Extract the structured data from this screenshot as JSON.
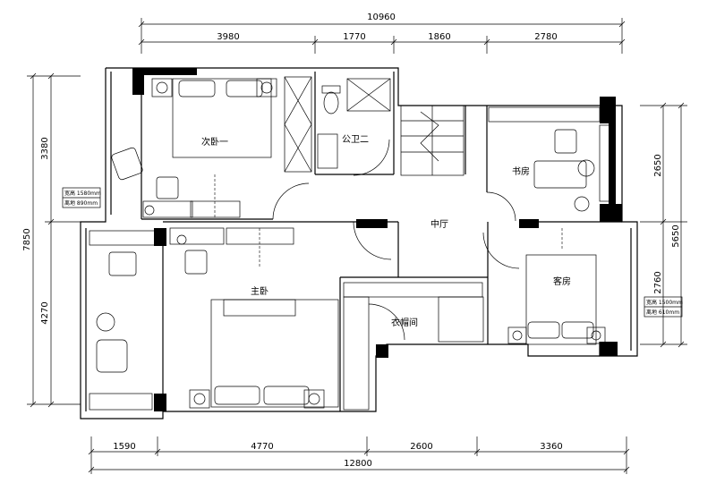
{
  "dimensions": {
    "top_total": "10960",
    "top_segments": [
      "3980",
      "1770",
      "1860",
      "2780"
    ],
    "bottom_total": "12800",
    "bottom_segments": [
      "1590",
      "4770",
      "2600",
      "3360"
    ],
    "left_total": "7850",
    "left_segments": [
      "3380",
      "4270"
    ],
    "right_total": "5650",
    "right_segments": [
      "2650",
      "2760"
    ]
  },
  "rooms": {
    "second_bedroom_1": "次卧一",
    "public_bath_2": "公卫二",
    "study": "书房",
    "central_hall": "中厅",
    "master_bedroom": "主卧",
    "guest_room": "客房",
    "cloakroom": "衣帽间"
  },
  "notes": {
    "left_width": "宽高 1580mm",
    "left_height": "离地 890mm",
    "right_width": "宽高 1500mm",
    "right_height": "离地 610mm"
  }
}
